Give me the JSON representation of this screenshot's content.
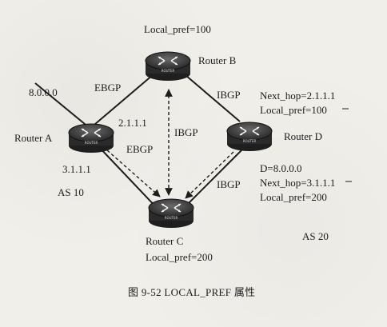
{
  "routers": {
    "a": {
      "name": "Router A",
      "badge": "ROUTER"
    },
    "b": {
      "name": "Router B",
      "badge": "ROUTER"
    },
    "c": {
      "name": "Router C",
      "badge": "ROUTER"
    },
    "d": {
      "name": "Router D",
      "badge": "ROUTER"
    }
  },
  "links": {
    "ab": "EBGP",
    "ac": "EBGP",
    "bc": "IBGP",
    "bd": "IBGP",
    "cd": "IBGP"
  },
  "network": {
    "prefix": "8.0.0.0"
  },
  "addresses": {
    "a_to_b": "2.1.1.1",
    "a_to_c": "3.1.1.1"
  },
  "attributes": {
    "b_local_pref": "Local_pref=100",
    "d_next_hop_1": "Next_hop=2.1.1.1",
    "d_local_pref_1": "Local_pref=100",
    "d_dest": "D=8.0.0.0",
    "d_next_hop_2": "Next_hop=3.1.1.1",
    "d_local_pref_2": "Local_pref=200",
    "c_local_pref": "Local_pref=200"
  },
  "as": {
    "as10": "AS 10",
    "as20": "AS 20"
  },
  "caption": "图 9-52   LOCAL_PREF 属性"
}
